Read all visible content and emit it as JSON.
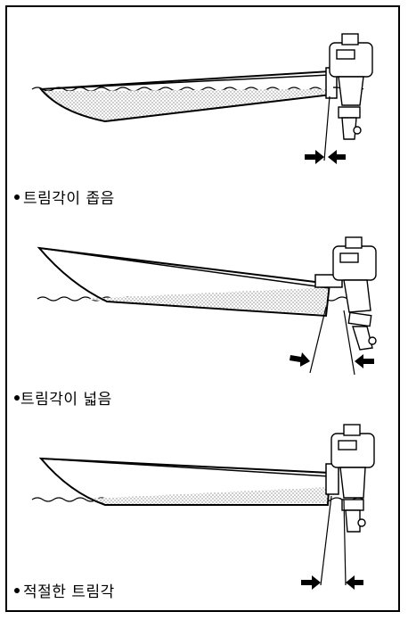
{
  "figures": [
    {
      "caption": "트림각이 좁음"
    },
    {
      "caption": "트림각이 넓음"
    },
    {
      "caption": "적절한 트림각"
    }
  ]
}
